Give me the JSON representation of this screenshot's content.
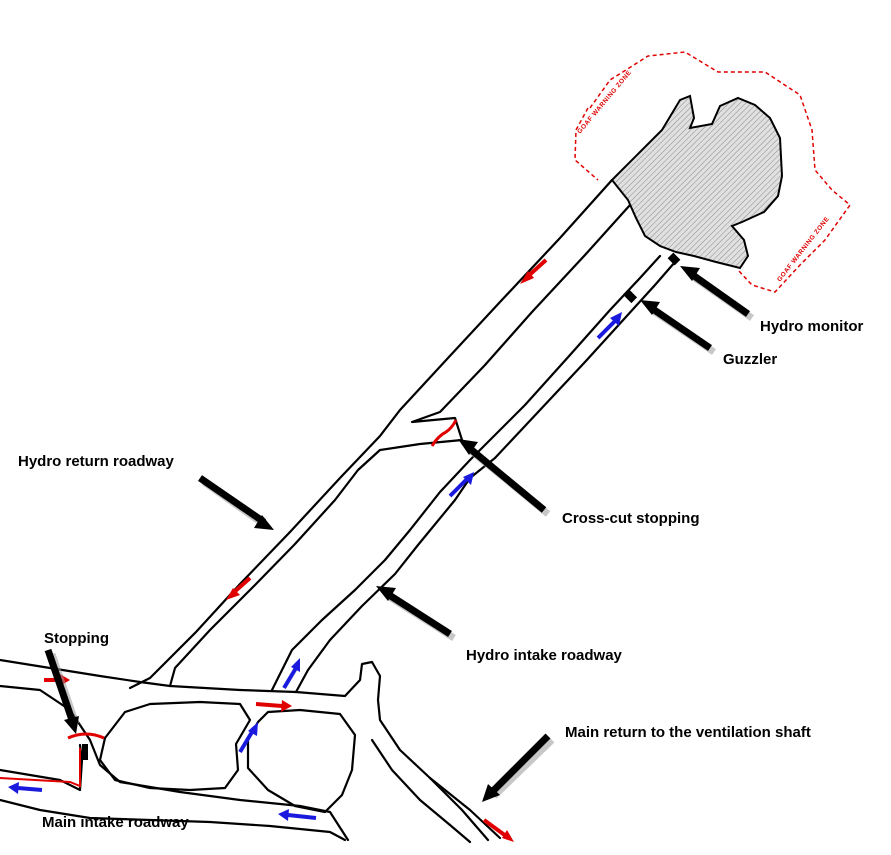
{
  "labels": {
    "hydro_monitor": "Hydro monitor",
    "guzzler": "Guzzler",
    "cross_cut_stopping": "Cross-cut stopping",
    "hydro_return_roadway": "Hydro return roadway",
    "hydro_intake_roadway": "Hydro intake roadway",
    "stopping": "Stopping",
    "main_return": "Main return to the ventilation shaft",
    "main_intake_roadway": "Main intake roadway",
    "goaf_warning_zone": "GOAF WARNING ZONE"
  },
  "colors": {
    "return_air": "#e00000",
    "intake_air": "#1a1adf",
    "walls": "#000000",
    "goaf_fill": "#d9d9d9"
  }
}
